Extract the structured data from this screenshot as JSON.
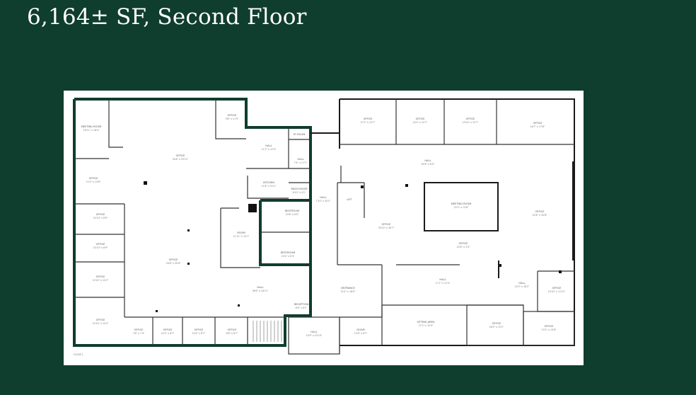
{
  "header": {
    "title": "6,164± SF, Second Floor"
  },
  "plan": {
    "floor_label": "FLOOR 1",
    "rooms": [
      {
        "name": "MEETING ROOM",
        "dim": "18'11\" x 18'4\""
      },
      {
        "name": "OFFICE",
        "dim": "34'8\" x 33'11\""
      },
      {
        "name": "OFFICE",
        "dim": "9'8\" x 11'5\""
      },
      {
        "name": "ST ROOM",
        "dim": ""
      },
      {
        "name": "HALL",
        "dim": "11'1\" x 12'5\""
      },
      {
        "name": "HALL",
        "dim": "7'4\" x 11'1\""
      },
      {
        "name": "KITCHEN",
        "dim": "11'8\" x 9'11\""
      },
      {
        "name": "MECH ROOM",
        "dim": "6'10\" x 4'1\""
      },
      {
        "name": "OFFICE",
        "dim": "11'0\" x 13'6\""
      },
      {
        "name": "OFFICE",
        "dim": "10'10\" x 8'9\""
      },
      {
        "name": "OFFICE",
        "dim": "10'10\" x 8'9\""
      },
      {
        "name": "OFFICE",
        "dim": "10'10\" x 10'2\""
      },
      {
        "name": "OFFICE",
        "dim": "10'10\" x 15'2\""
      },
      {
        "name": "OFFICE",
        "dim": "29'8\" x 30'8\""
      },
      {
        "name": "ROOM",
        "dim": "11'11\" x 10'7\""
      },
      {
        "name": "RESTROOM",
        "dim": "10'8\" x 8'0\""
      },
      {
        "name": "RESTROOM",
        "dim": "10'4\" x 6'4\""
      },
      {
        "name": "HALL",
        "dim": "38'9\" x 18'11\""
      },
      {
        "name": "RECEPTION",
        "dim": "8'9\" x 6'1\""
      },
      {
        "name": "OFFICE",
        "dim": "7'8\" x 7'4\""
      },
      {
        "name": "OFFICE",
        "dim": "10'4\" x 8'7\""
      },
      {
        "name": "OFFICE",
        "dim": "10'4\" x 8'7\""
      },
      {
        "name": "OFFICE",
        "dim": "8'8\" x 8'7\""
      },
      {
        "name": "OFFICE",
        "dim": "17'2\" x 12'7\""
      },
      {
        "name": "OFFICE",
        "dim": "14'0\" x 12'7\""
      },
      {
        "name": "OFFICE",
        "dim": "13'10\" x 12'7\""
      },
      {
        "name": "OFFICE",
        "dim": "16'7\" x 17'8\""
      },
      {
        "name": "HALL",
        "dim": "50'6\" x 6'0\""
      },
      {
        "name": "HALL",
        "dim": "7'10\" x 42'1\""
      },
      {
        "name": "LIFT",
        "dim": ""
      },
      {
        "name": "MEETING ROOM",
        "dim": "22'0\" x 13'8\""
      },
      {
        "name": "OFFICE",
        "dim": "30'10\" x 40'7\""
      },
      {
        "name": "OFFICE",
        "dim": "22'6\" x 30'8\""
      },
      {
        "name": "OFFICE",
        "dim": "22'8\" x 3'4\""
      },
      {
        "name": "HALL",
        "dim": "17'1\" x 12'4\""
      },
      {
        "name": "HALL",
        "dim": "10'3\" x 18'1\""
      },
      {
        "name": "OFFICE",
        "dim": "10'10\" x 11'11\""
      },
      {
        "name": "ENTRANCE",
        "dim": "22'4\" x 18'0\""
      },
      {
        "name": "SITTING AREA",
        "dim": "27'1\" x 12'0\""
      },
      {
        "name": "OFFICE",
        "dim": "16'0\" x 13'1\""
      },
      {
        "name": "OFFICE",
        "dim": "13'1\" x 13'8\""
      },
      {
        "name": "HALL",
        "dim": "10'9\" x 10'10\""
      },
      {
        "name": "ROOM",
        "dim": "12'6\" x 6'7\""
      }
    ]
  }
}
